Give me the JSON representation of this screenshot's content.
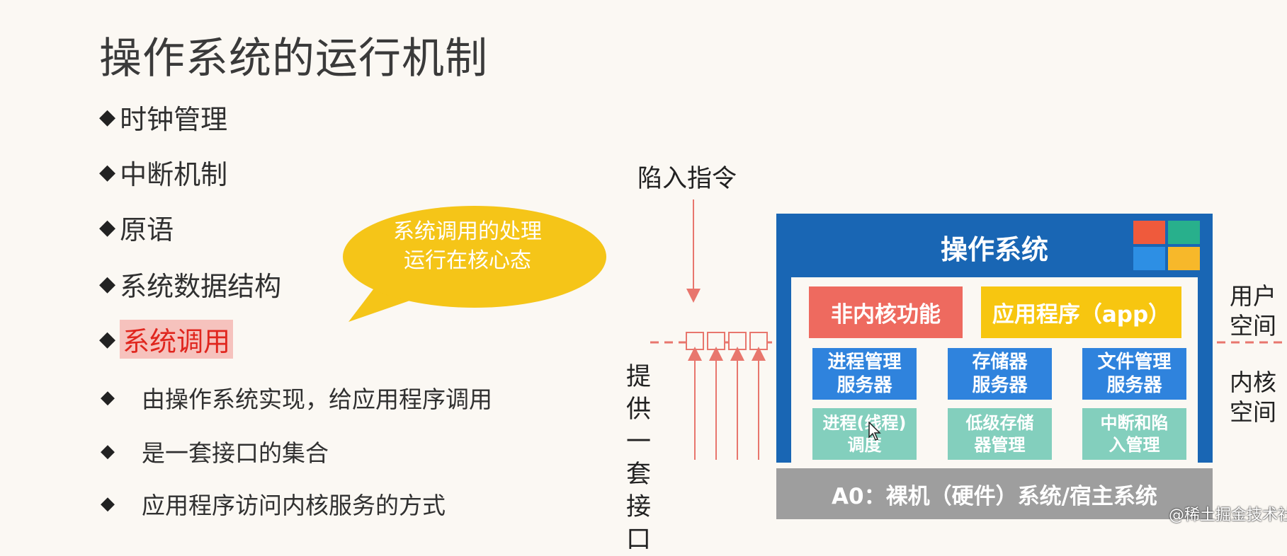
{
  "slide": {
    "title": "操作系统的运行机制",
    "bullets": [
      "时钟管理",
      "中断机制",
      "原语",
      "系统数据结构",
      "系统调用"
    ],
    "sub_bullets": [
      "由操作系统实现，给应用程序调用",
      "是一套接口的集合",
      "应用程序访问内核服务的方式"
    ],
    "bullet_marker": "◆"
  },
  "callout": {
    "line1": "系统调用的处理",
    "line2": "运行在核心态",
    "color": "#f5c518"
  },
  "diagram": {
    "trap_instruction_label": "陷入指令",
    "interface_label": [
      "提供",
      "一套",
      "接口"
    ],
    "user_space_label": [
      "用户",
      "空间"
    ],
    "kernel_space_label": [
      "内核",
      "空间"
    ],
    "os_title": "操作系统",
    "non_kernel_function": "非内核功能",
    "application": "应用程序（app）",
    "servers": [
      {
        "line1": "进程管理",
        "line2": "服务器"
      },
      {
        "line1": "存储器",
        "line2": "服务器"
      },
      {
        "line1": "文件管理",
        "line2": "服务器"
      }
    ],
    "low_level": [
      {
        "line1": "进程(线程)",
        "line2": "调度"
      },
      {
        "line1": "低级存储",
        "line2": "器管理"
      },
      {
        "line1": "中断和陷",
        "line2": "入管理"
      }
    ],
    "hardware": "A0：裸机（硬件）系统/宿主系统",
    "colors": {
      "os_blue": "#1966b4",
      "non_kernel_red": "#ee6a5f",
      "app_yellow": "#f7c610",
      "server_blue": "#2f83dd",
      "low_level_teal": "#83cfbd",
      "hardware_gray": "#9e9e9e",
      "boundary_red": "#e8766d"
    }
  },
  "watermark": "@稀土掘金技术社区"
}
